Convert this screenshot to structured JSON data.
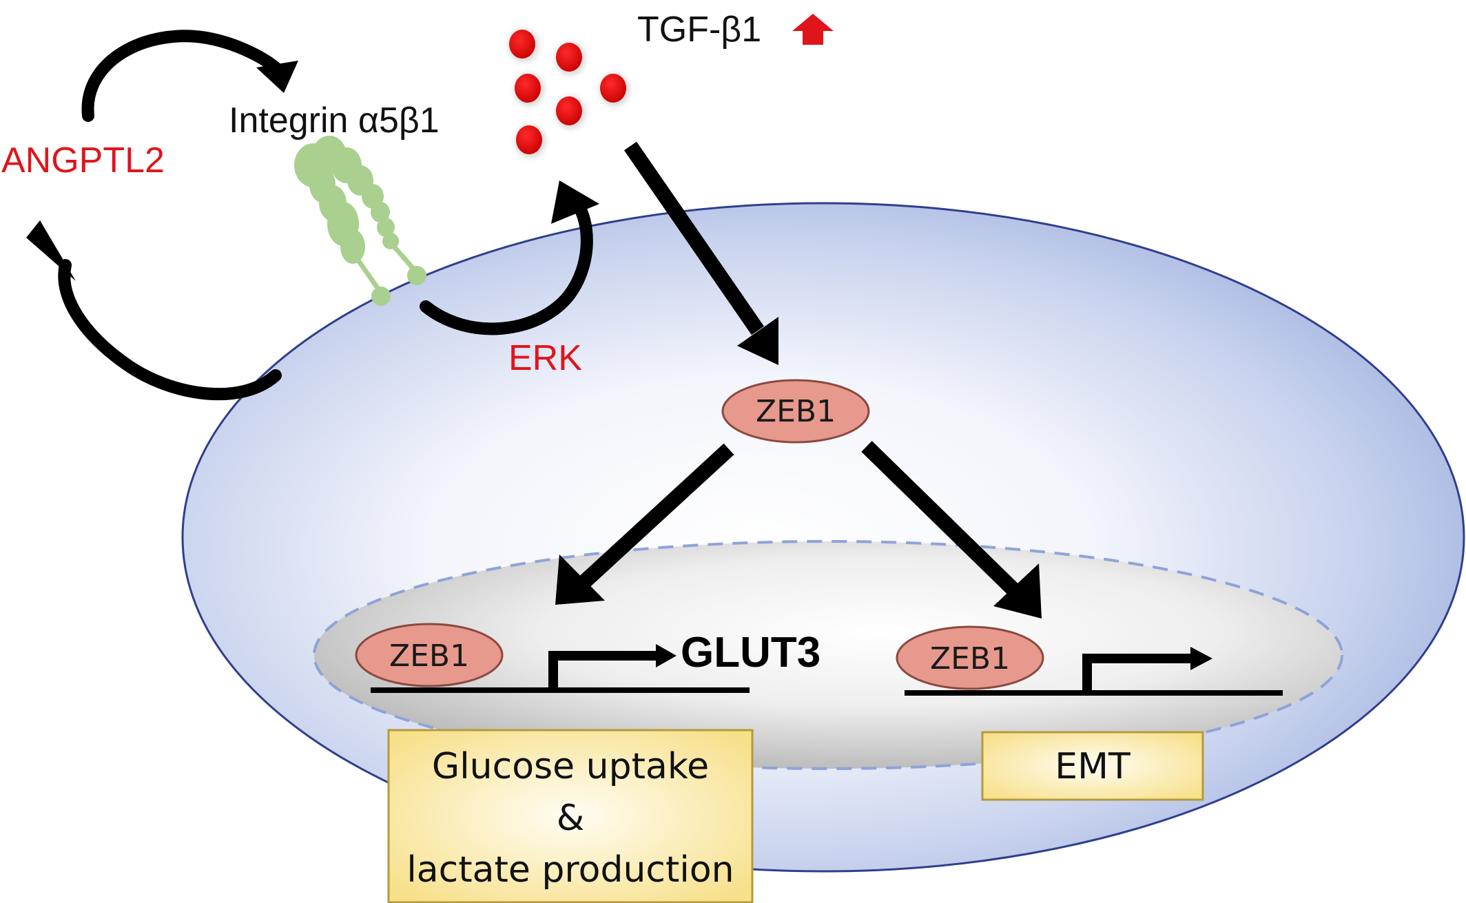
{
  "labels": {
    "angptl2": "ANGPTL2",
    "integrin": "Integrin α5β1",
    "tgf": "TGF-β1",
    "erk": "ERK",
    "zeb1_cyto": "ZEB1",
    "zeb1_left": "ZEB1",
    "zeb1_right": "ZEB1",
    "glut3": "GLUT3",
    "box_glucose_line1": "Glucose uptake",
    "box_glucose_line2": "&",
    "box_glucose_line3": "lactate production",
    "box_emt": "EMT"
  },
  "colors": {
    "label_red": "#e0141b",
    "tgf_dot": "#dd0000",
    "up_arrow": "#e0141b",
    "integrin": "#a9d08e",
    "zeb1_fill": "#e8998d",
    "zeb1_stroke": "#8a4a40",
    "cell_edge": "#2f3f8c",
    "cell_fill": "#b4c3e6",
    "nucleus_fill": "#c8c8c8",
    "nucleus_edge": "#8fa3d8",
    "box_fill": "#fbe9a6",
    "box_edge": "#b59a3c"
  },
  "icons": {
    "up_arrow": "red-up-arrow-icon"
  }
}
